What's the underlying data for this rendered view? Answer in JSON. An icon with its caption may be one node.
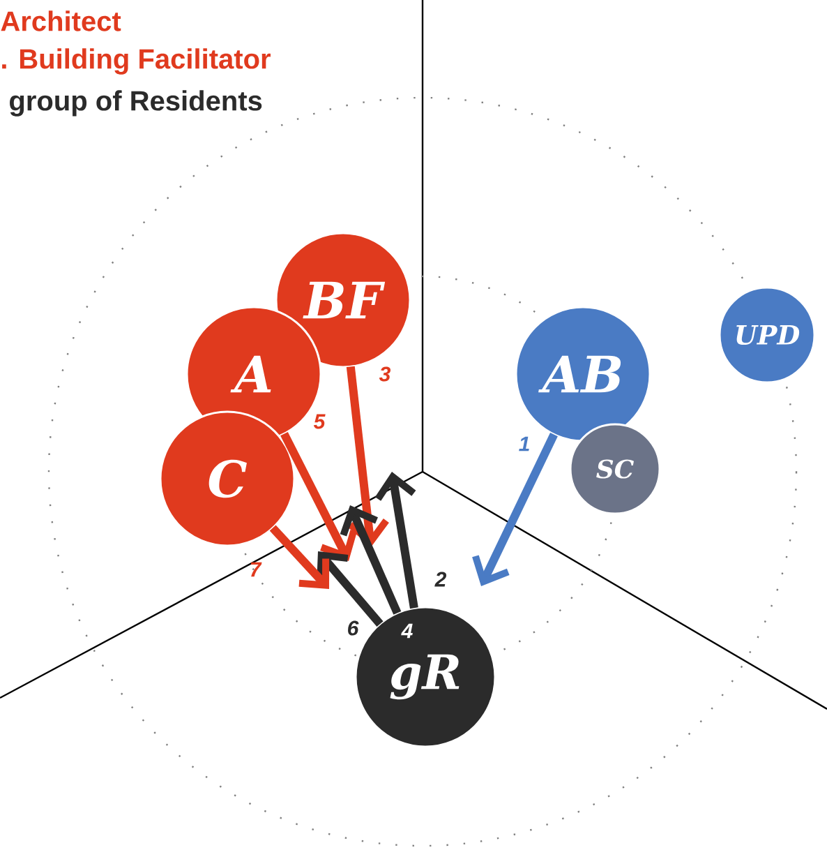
{
  "diagram": {
    "nodes": [
      {
        "text": [
          "BF"
        ]
      },
      {
        "text": [
          "A"
        ]
      },
      {
        "text": [
          "AB"
        ]
      },
      {
        "text": [
          "UPD"
        ]
      },
      {
        "text": [
          "C"
        ]
      },
      {
        "text": [
          "SC"
        ]
      },
      {
        "text": [
          "gR"
        ]
      }
    ],
    "edges": [
      {
        "from": 2,
        "to": null,
        "arrow": "to",
        "label": "1",
        "color": "#4a7bc4"
      },
      {
        "from": 6,
        "to": null,
        "arrow": "to",
        "label": "2",
        "color": "#2b2b2b"
      },
      {
        "from": 0,
        "to": null,
        "arrow": "to",
        "label": "3",
        "color": "#e03a1e"
      },
      {
        "from": 6,
        "to": null,
        "arrow": "to",
        "label": "4",
        "color": "#2b2b2b"
      },
      {
        "from": 1,
        "to": null,
        "arrow": "to",
        "label": "5",
        "color": "#e03a1e"
      },
      {
        "from": 6,
        "to": null,
        "arrow": "to",
        "label": "6",
        "color": "#2b2b2b"
      },
      {
        "from": 4,
        "to": null,
        "arrow": "to",
        "label": "7",
        "color": "#e03a1e"
      }
    ],
    "labels": [
      "Architect",
      ". Building Facilitator",
      "group of Residents"
    ]
  }
}
